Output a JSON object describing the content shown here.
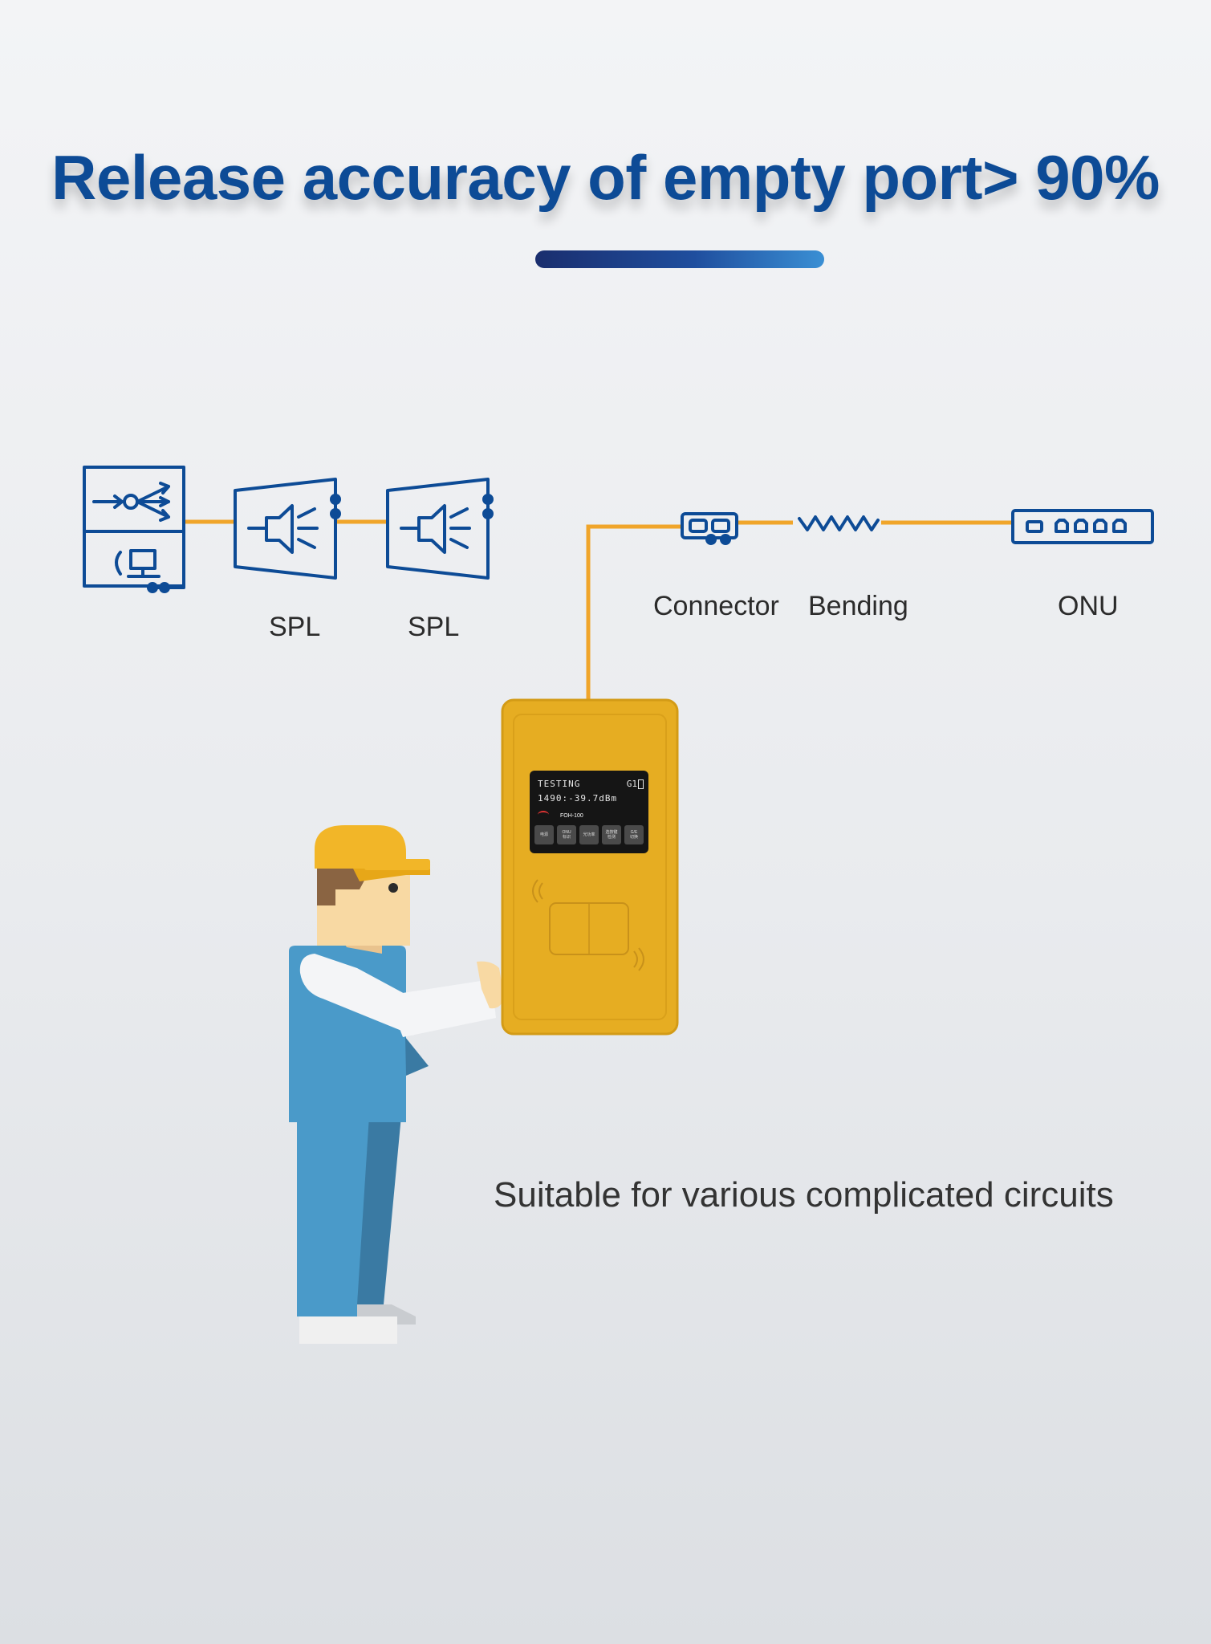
{
  "title": "Release accuracy of empty port> 90%",
  "labels": {
    "spl1": "SPL",
    "spl2": "SPL",
    "connector": "Connector",
    "bending": "Bending",
    "onu": "ONU"
  },
  "device": {
    "status": "TESTING",
    "signal": "G1",
    "reading": "1490:-39.7dBm",
    "model": "FOH-100",
    "buttons": [
      "电源",
      "ONU\n标识",
      "光功率",
      "选按键\n检测",
      "G/E\n切换"
    ]
  },
  "caption": "Suitable for various complicated circuits",
  "colors": {
    "title": "#0d4b96",
    "icon_blue": "#0d4b96",
    "fiber": "#f0a52a",
    "device": "#e6ad22"
  }
}
